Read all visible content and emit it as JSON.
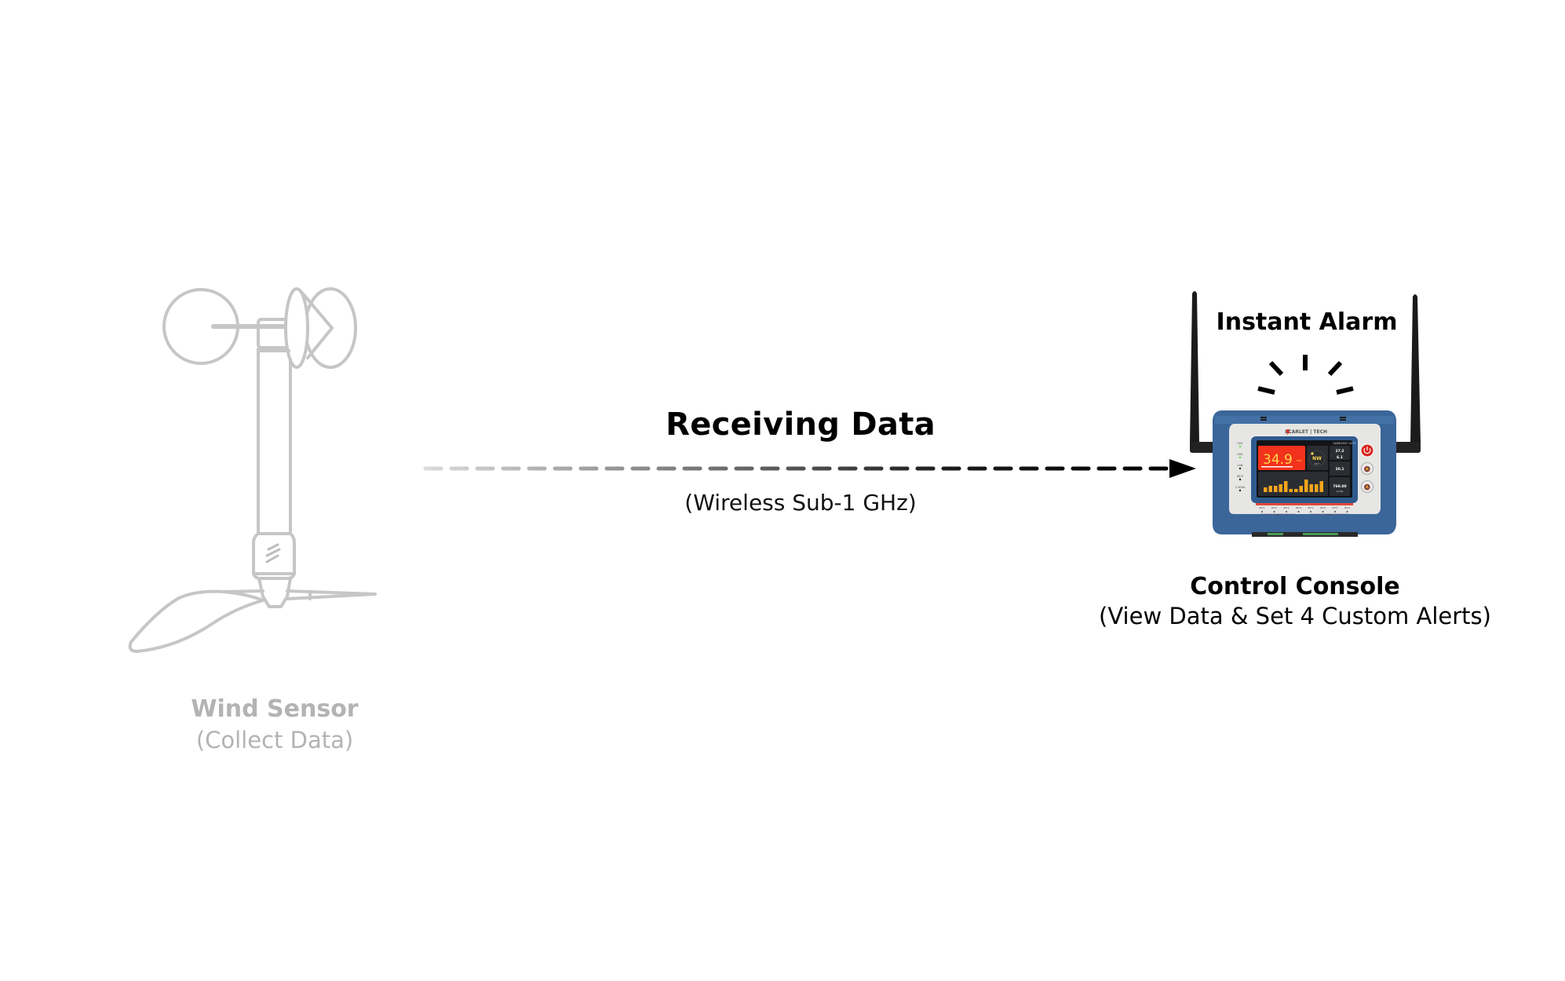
{
  "diagram": {
    "sensor": {
      "title": "Wind Sensor",
      "subtitle": "(Collect Data)",
      "line_color": "#c6c6c6",
      "label_color": "#b3b3b3"
    },
    "link": {
      "title": "Receiving Data",
      "subtitle": "(Wireless Sub-1 GHz)",
      "direction": "sensor-to-console"
    },
    "alarm": {
      "title": "Instant Alarm"
    },
    "console": {
      "title": "Control Console",
      "subtitle": "(View Data & Set 4 Custom Alerts)",
      "body_color": "#3a6599",
      "brand": "SCARLET | TECH",
      "screen": {
        "main_value": "34.9",
        "main_unit": "m/s",
        "direction": "NW",
        "direction_deg": "341°",
        "max": "27.2",
        "min": "6.1",
        "temperature": "20.1",
        "pressure": "760.00",
        "pressure_unit": "mmHg",
        "datetime": "14/06/2022 14:57"
      },
      "indicators": [
        "CH1",
        "CH2",
        "LAN",
        "Wi-Fi",
        "2.4GHz"
      ],
      "relays": [
        "RLY1",
        "RLY2",
        "RLY3",
        "RLY4",
        "RLY1",
        "RLY2",
        "RLY3",
        "RLY4"
      ],
      "relay_groups": [
        "CH1",
        "CH2"
      ]
    }
  }
}
